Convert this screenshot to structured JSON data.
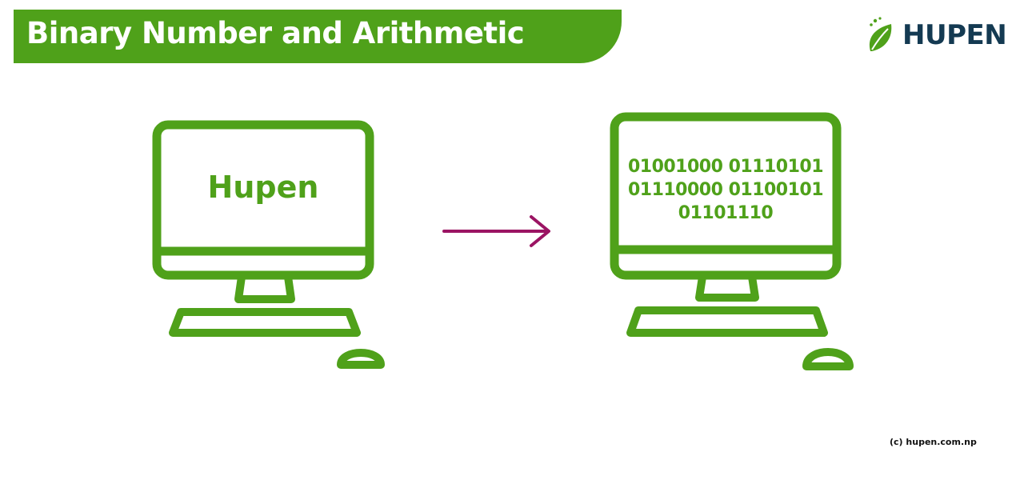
{
  "header": {
    "title": "Binary Number and Arithmetic"
  },
  "logo": {
    "text": "HUPEN",
    "icon": "leaf-icon"
  },
  "diagram": {
    "source_screen_text": "Hupen",
    "binary_lines": [
      "01001000 01110101",
      "01110000 01100101",
      "01101110"
    ],
    "arrow_icon": "right-arrow-icon"
  },
  "footer": {
    "copyright": "(c) hupen.com.np"
  },
  "colors": {
    "brand_green": "#4fa11a",
    "arrow": "#9b1463",
    "logo_text": "#143a52",
    "background": "#ffffff"
  }
}
